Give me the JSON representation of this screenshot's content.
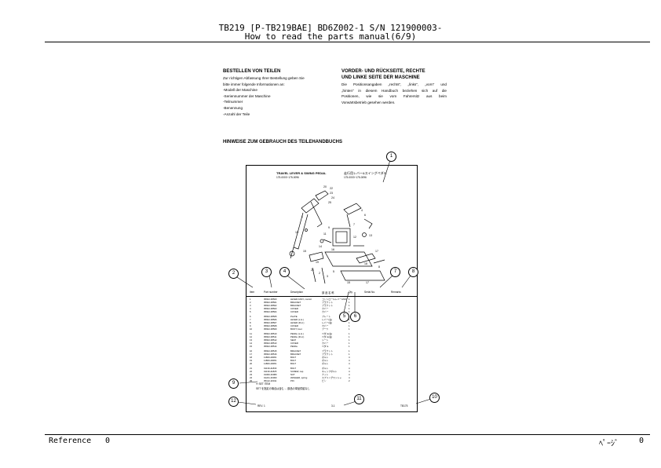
{
  "header": {
    "line1": "TB219 [P-TB219BAE] BD6Z002-1 S/N 121900003-",
    "line2": "How to read the parts manual(6/9)"
  },
  "order": {
    "heading": "BESTELLEN VON TEILEN",
    "lines": [
      "Zur richtigen Abfassung Ihrer Bestellung geben Sie",
      "bitte immer folgende Informationen an:",
      "-Modell der Maschine",
      "-Seriennummer der Maschine",
      "-Teilnummer",
      "-Benennung",
      "-Anzahl der Teile"
    ]
  },
  "sides": {
    "heading1": "VORDER- UND RÜCKSEITE, RECHTE",
    "heading2": "UND LINKE SEITE DER MASCHINE",
    "lines": [
      "Die Positionsangaben „rechts\", „links\", „vorn\" und",
      "„hinten\" in diesem Handbuch beziehen sich auf die",
      "Positionen, wie sie vom Fahrersitz aus beim",
      "Vorwärtsbetrieb gesehen werden."
    ]
  },
  "guide_heading": "HINWEISE ZUM GEBRAUCH DES TEILEHANDBUCHS",
  "sample": {
    "title": "TRAVEL LEVER & SWING PEDAL",
    "title_jp": "走行用レバー&スイングペダル",
    "serial_left": "175-0003~175-0096",
    "serial_right": "175-0003~175-0096",
    "col_headers": [
      "Item",
      "Part number",
      "Description",
      "部 品 名 称",
      "Qty",
      "Serial No.",
      "Remarks"
    ],
    "rows": [
      [
        "1",
        "05602-08500",
        "LEVER ASSY, control",
        "コントロールレバーASSY",
        "1",
        "",
        ""
      ],
      [
        "2",
        "05602-08501",
        "BRACKET",
        "ブラケット",
        "1",
        "",
        ""
      ],
      [
        "3",
        "05602-08502",
        "BRACKET",
        "ブラケット",
        "1",
        "",
        ""
      ],
      [
        "4",
        "05602-08503",
        "COVER",
        "カバー",
        "1",
        "",
        ""
      ],
      [
        "5",
        "05602-08504",
        "COVER",
        "カバー",
        "1",
        "",
        ""
      ],
      [
        "6",
        "05602-08505",
        "PLATE",
        "プレート",
        "1",
        "",
        ""
      ],
      [
        "7",
        "05602-08506",
        "LEVER (L.H.)",
        "レバー(左)",
        "1",
        "",
        ""
      ],
      [
        "8",
        "05602-08507",
        "LEVER (R.H.)",
        "レバー(右)",
        "1",
        "",
        ""
      ],
      [
        "9",
        "05602-08508",
        "COVER",
        "カバー",
        "1",
        "",
        ""
      ],
      [
        "10",
        "05602-08509",
        "BOOT, boot",
        "ブーツ",
        "1",
        "",
        ""
      ],
      [
        "11",
        "05602-08510",
        "PEDAL (L.H.)",
        "ペダル(左)",
        "1",
        "",
        ""
      ],
      [
        "12",
        "05602-08511",
        "PEDAL (R.H.)",
        "ペダル(右)",
        "1",
        "",
        ""
      ],
      [
        "13",
        "05602-08512",
        "SEAT",
        "シート",
        "1",
        "",
        ""
      ],
      [
        "14",
        "05602-08513",
        "COVER",
        "カバー",
        "1",
        "",
        ""
      ],
      [
        "15",
        "05602-08514",
        "PEDAL",
        "ペダル",
        "1",
        "",
        ""
      ],
      [
        "16",
        "05602-08515",
        "BRACKET",
        "ブラケット",
        "1",
        "",
        ""
      ],
      [
        "17",
        "05602-08516",
        "BRACKET",
        "ブラケット",
        "1",
        "",
        ""
      ],
      [
        "18",
        "11800-40081",
        "BOLT",
        "ボルト",
        "4",
        "",
        ""
      ],
      [
        "19",
        "11800-40081",
        "BOLT",
        "ボルト",
        "4",
        "",
        ""
      ],
      [
        "20",
        "11800-40081",
        "BOLT",
        "ボルト",
        "4",
        "",
        ""
      ],
      [
        "21",
        "01130-41830",
        "BOLT",
        "ボルト",
        "4",
        "",
        ""
      ],
      [
        "22",
        "01130-41825",
        "SCREW, cap",
        "キャップボルト",
        "4",
        "",
        ""
      ],
      [
        "23",
        "01060-40080",
        "NUT",
        "ナット",
        "4",
        "",
        ""
      ],
      [
        "24",
        "01241-40060",
        "WASHER, spring",
        "スプリングワッシャ",
        "4",
        "",
        ""
      ],
      [
        "25",
        "05122-20011",
        "PIN",
        "ピン",
        "2",
        "",
        ""
      ]
    ],
    "note": "※ SET ITEM",
    "note2": "SET を指定の場合は含む ... 部品の単品供給なし",
    "footer_left": "REV. 1",
    "footer_mid": "3-1",
    "footer_right": "TB175",
    "diagram_labels": [
      "20",
      "22",
      "23",
      "24",
      "25",
      "1",
      "4",
      "6",
      "7",
      "9",
      "10",
      "11",
      "12",
      "13",
      "14",
      "15",
      "16",
      "17",
      "18",
      "19",
      "21",
      "2",
      "3",
      "5",
      "8",
      "15",
      "17"
    ]
  },
  "callouts": [
    "1",
    "2",
    "3",
    "4",
    "5",
    "6",
    "7",
    "8",
    "9",
    "10",
    "11",
    "12"
  ],
  "footer": {
    "left_label": "Reference",
    "left_value": "0",
    "right_label": "ﾍﾟｰｼﾞ",
    "right_value": "0"
  }
}
